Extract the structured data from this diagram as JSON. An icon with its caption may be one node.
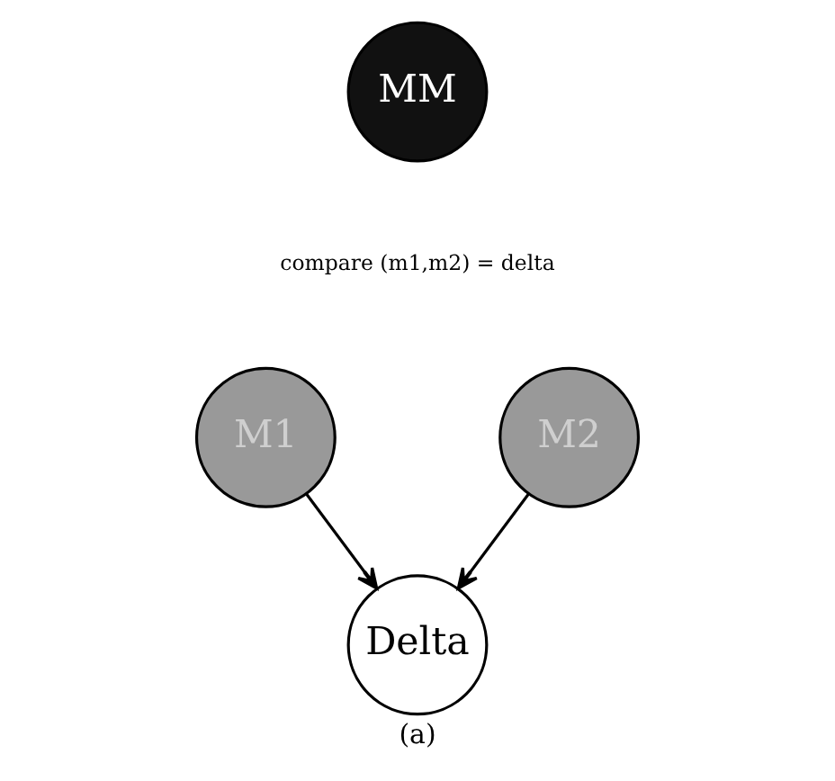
{
  "diagram": {
    "caption": "(a)",
    "nodes": [
      {
        "text": [
          "MM"
        ]
      },
      {
        "text": [
          "M1"
        ]
      },
      {
        "text": [
          "M2"
        ]
      },
      {
        "text": [
          "Delta"
        ]
      }
    ],
    "edges": [
      {
        "from": 1,
        "to": 3,
        "arrow": "to"
      },
      {
        "from": 2,
        "to": 3,
        "arrow": "to"
      }
    ],
    "labels": [
      "compare (m1,m2) = delta"
    ]
  }
}
